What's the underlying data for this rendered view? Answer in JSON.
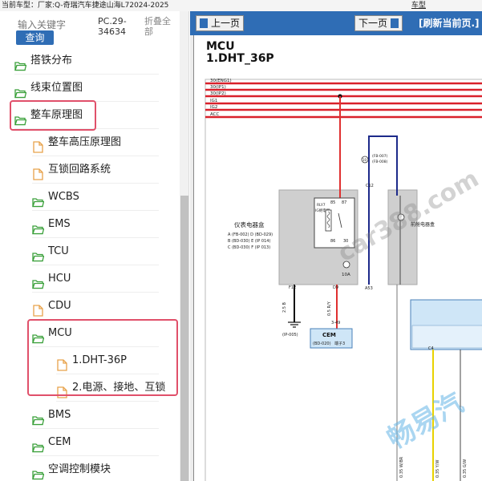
{
  "top_bar": {
    "vehicle_info": "当前车型：厂家:Q-奇瑞汽车捷途山海L72024-2025",
    "right_link": "车型"
  },
  "sidebar": {
    "search_placeholder": "输入关键字",
    "query_button": "查询",
    "model_code": "PC.29-34634",
    "collapse_all": "折叠全部",
    "items": [
      {
        "label": "搭铁分布",
        "icon": "folder-open-icon"
      },
      {
        "label": "线束位置图",
        "icon": "folder-open-icon"
      },
      {
        "label": "整车原理图",
        "icon": "folder-open-icon"
      },
      {
        "label": "整车高压原理图",
        "icon": "document-icon"
      },
      {
        "label": "互锁回路系统",
        "icon": "document-icon"
      },
      {
        "label": "WCBS",
        "icon": "folder-open-icon"
      },
      {
        "label": "EMS",
        "icon": "folder-open-icon"
      },
      {
        "label": "TCU",
        "icon": "folder-open-icon"
      },
      {
        "label": "HCU",
        "icon": "folder-open-icon"
      },
      {
        "label": "CDU",
        "icon": "document-icon"
      },
      {
        "label": "MCU",
        "icon": "folder-open-icon"
      },
      {
        "label": "1.DHT-36P",
        "icon": "document-icon"
      },
      {
        "label": "2.电源、接地、互锁",
        "icon": "document-icon"
      },
      {
        "label": "BMS",
        "icon": "folder-open-icon"
      },
      {
        "label": "CEM",
        "icon": "folder-open-icon"
      },
      {
        "label": "空调控制模块",
        "icon": "folder-open-icon"
      }
    ]
  },
  "viewer": {
    "prev_page": "上一页",
    "next_page": "下一页",
    "refresh_page": "[刷新当前页.]"
  },
  "diagram": {
    "title_line1": "MCU",
    "title_line2": "1.DHT_36P",
    "power_rails": [
      "30(ENG1)",
      "30(IP1)",
      "30(IP2)",
      "IG1",
      "IG2",
      "ACC"
    ],
    "fuse_box_label": "仪表电器盒",
    "fuse_box_refs": [
      "A (FB-002) D (BD-029)",
      "B (BD-030) E (IP 014)",
      "C (BD-030) F (IP 013)"
    ],
    "relay_label": "RLY7",
    "relay_name": "IG继电器",
    "relay_pins": [
      "85",
      "87",
      "86",
      "30"
    ],
    "fuse_value": "10A",
    "pin_labels": [
      "F12",
      "D9",
      "A53"
    ],
    "wire_labels": [
      "2.5 B",
      "0.5 R/Y"
    ],
    "ground_ref": "(IP-005)",
    "cem_ref": "3-49",
    "cem_label": "CEM",
    "cem_connector": "(BD-020)",
    "cem_pin": "端子3",
    "fuse_c12": "C12",
    "fuse_c12_refs": [
      "(FB-007)",
      "(FB-008)"
    ],
    "fuse_small": "10",
    "fuse_box2": "前舱电器盒",
    "right_wires": [
      "0.35 W/BR",
      "0.35 Y/W",
      "0.35 G/W"
    ],
    "c4_label": "C4",
    "watermarks": [
      "car388.com",
      "畅易汽"
    ],
    "rail_color": "#d9212b",
    "wire_red": "#e03030",
    "wire_black": "#111111",
    "wire_yellow": "#e8d200",
    "wire_blue": "#1d2a8a"
  }
}
